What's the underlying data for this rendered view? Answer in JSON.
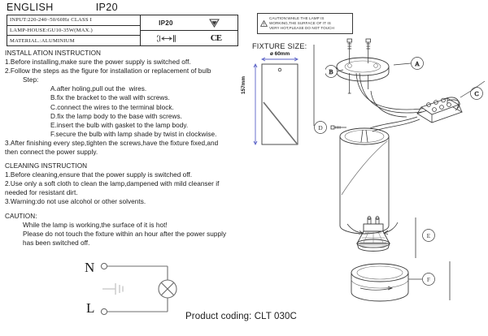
{
  "header": {
    "language": "ENGLISH",
    "ip_rating": "IP20"
  },
  "spec_table": {
    "rows": [
      "INPUT:220-240~50/60Hz  CLASS  I",
      "LAMP-HOUSE:GU10-35W(MAX.)",
      "MATERIAL.:ALUMINIUM"
    ],
    "marks": {
      "ip_code": "IP20",
      "triangle_symbol_name": "recessed-mounting-symbol",
      "distance_symbol_name": "minimum-distance-symbol",
      "ce_mark": "CE"
    }
  },
  "caution_callout": {
    "text": "CAUTION:WHILE THE LAMP IS\nWORKING,THE SURFACE OF IT IS\nVERY HOT,PLEASE DO NOT TOUCH"
  },
  "installation": {
    "heading": "INSTALL ATION INSTRUCTION",
    "line1": "1.Before installing,make sure the power supply is switched off.",
    "line2": "2.Follow the steps as the figure for installation or replacement of bulb",
    "step_label": "Step:",
    "steps": [
      "A.after holing,pull out the  wires.",
      "B.fix the bracket to the wall with screws.",
      "C.connect the wires to the terminal block.",
      "D.fix the lamp body to the base with screws.",
      "E.insert the bulb with gasket to the lamp body.",
      "F.secure the bulb with lamp shade by twist in clockwise."
    ],
    "line3a": "3.After finishing every step,tighten the screws,have the fixture fixed,and",
    "line3b": "then connect the power supply."
  },
  "cleaning": {
    "heading": "CLEANING INSTRUCTION",
    "line1": "1.Before cleaning,ensure that the power supply is switched off.",
    "line2a": "2.Use only a soft cloth to clean the lamp,dampened with mild cleanser if",
    "line2b": "needed for resistant dirt.",
    "line3": "3.Warning:do not use alcohol or other solvents."
  },
  "caution": {
    "heading": "CAUTION:",
    "line1": "While the lamp is working,the surface of it is hot!",
    "line2": "Please do not touch the fixture within an hour after the power supply",
    "line3": "has been switched off."
  },
  "fixture_size": {
    "title": "FIXTURE SIZE:",
    "diameter": "ø 60mm",
    "height": "157mm"
  },
  "assembly_labels": {
    "a": "A",
    "b": "B",
    "c": "C",
    "d": "D",
    "e": "E",
    "f": "F"
  },
  "wiring": {
    "neutral": "N",
    "live": "L"
  },
  "product_coding": "Product coding: CLT 030C",
  "colors": {
    "line": "#3a3a3a",
    "dimension": "#5b63c7",
    "text": "#1a1a1a"
  }
}
